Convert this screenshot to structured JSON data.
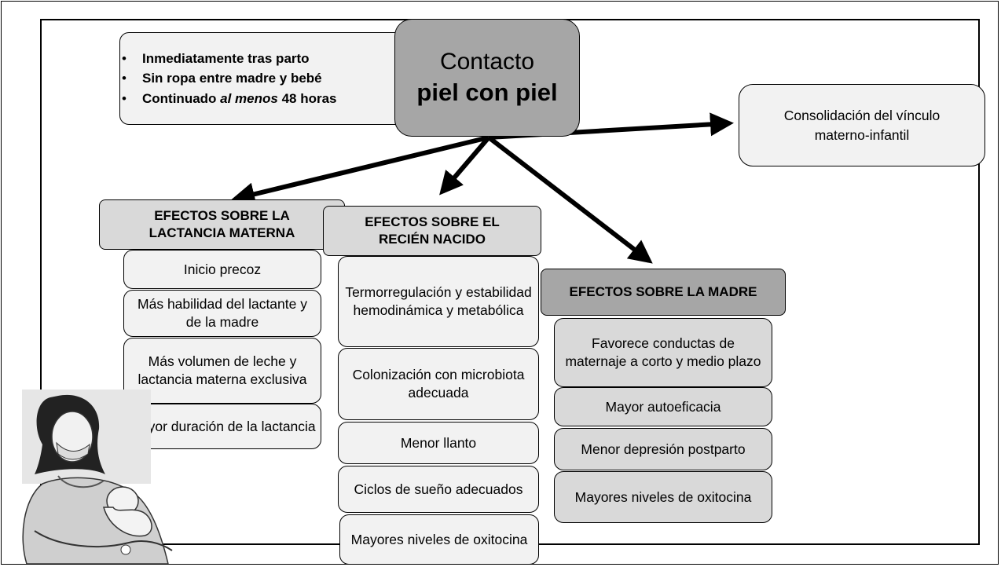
{
  "intro": {
    "bullets": [
      {
        "pre": "Inmediatamente tras parto",
        "em": "",
        "post": ""
      },
      {
        "pre": "Sin ropa entre madre y bebé",
        "em": "",
        "post": ""
      },
      {
        "pre": "Continuado ",
        "em": "al menos",
        "post": " 48 horas"
      }
    ]
  },
  "center": {
    "line1": "Contacto",
    "line2": "piel con piel"
  },
  "bond": {
    "text": "Consolidación del vínculo materno-infantil"
  },
  "lactancia": {
    "header": "EFECTOS SOBRE LA LACTANCIA MATERNA",
    "items": [
      "Inicio precoz",
      "Más habilidad del lactante y de la madre",
      "Más volumen de leche y lactancia materna exclusiva",
      "Mayor duración de la lactancia"
    ]
  },
  "recien": {
    "header": "EFECTOS SOBRE EL RECIÉN NACIDO",
    "items": [
      "Termorregulación y estabilidad hemodinámica y metabólica",
      "Colonización con microbiota adecuada",
      "Menor llanto",
      "Ciclos de sueño adecuados",
      "Mayores niveles de oxitocina"
    ]
  },
  "madre": {
    "header": "EFECTOS SOBRE LA MADRE",
    "items": [
      "Favorece conductas de maternaje a corto y medio plazo",
      "Mayor autoeficacia",
      "Menor depresión postparto",
      "Mayores niveles de oxitocina"
    ]
  },
  "colors": {
    "dark": "#a6a6a6",
    "mid": "#d9d9d9",
    "light": "#f2f2f2"
  }
}
